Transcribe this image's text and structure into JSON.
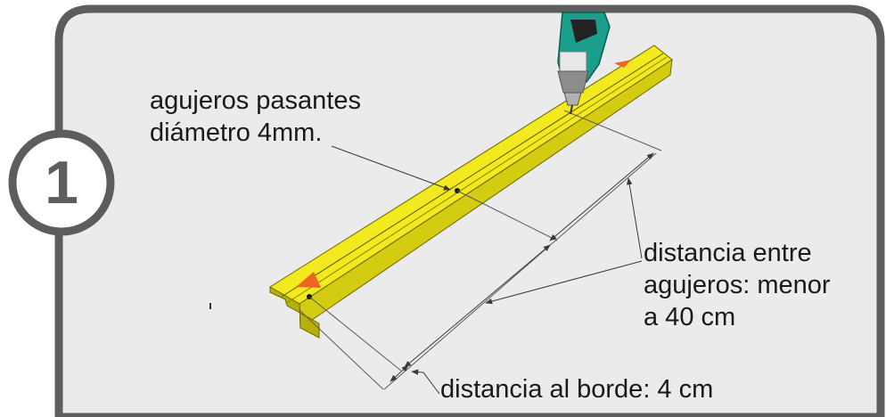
{
  "step": {
    "number": "1"
  },
  "labels": {
    "holes_line1": "agujeros pasantes",
    "holes_line2": "diámetro 4mm.",
    "spacing_line1": "distancia entre",
    "spacing_line2": "agujeros: menor",
    "spacing_line3": "a 40 cm",
    "edge_distance": "distancia al borde: 4 cm"
  },
  "colors": {
    "frame": "#5d5d5d",
    "panel_bg": "#ebebeb",
    "board_top": "#f2ea1f",
    "board_side": "#d4cc10",
    "board_end": "#b8b00a",
    "marker": "#ef6424",
    "drill_body": "#1c9e8c",
    "chuck": "#8c8c8c"
  },
  "icons": {
    "tool": "power-drill-icon",
    "marker": "triangle-marker-icon"
  }
}
